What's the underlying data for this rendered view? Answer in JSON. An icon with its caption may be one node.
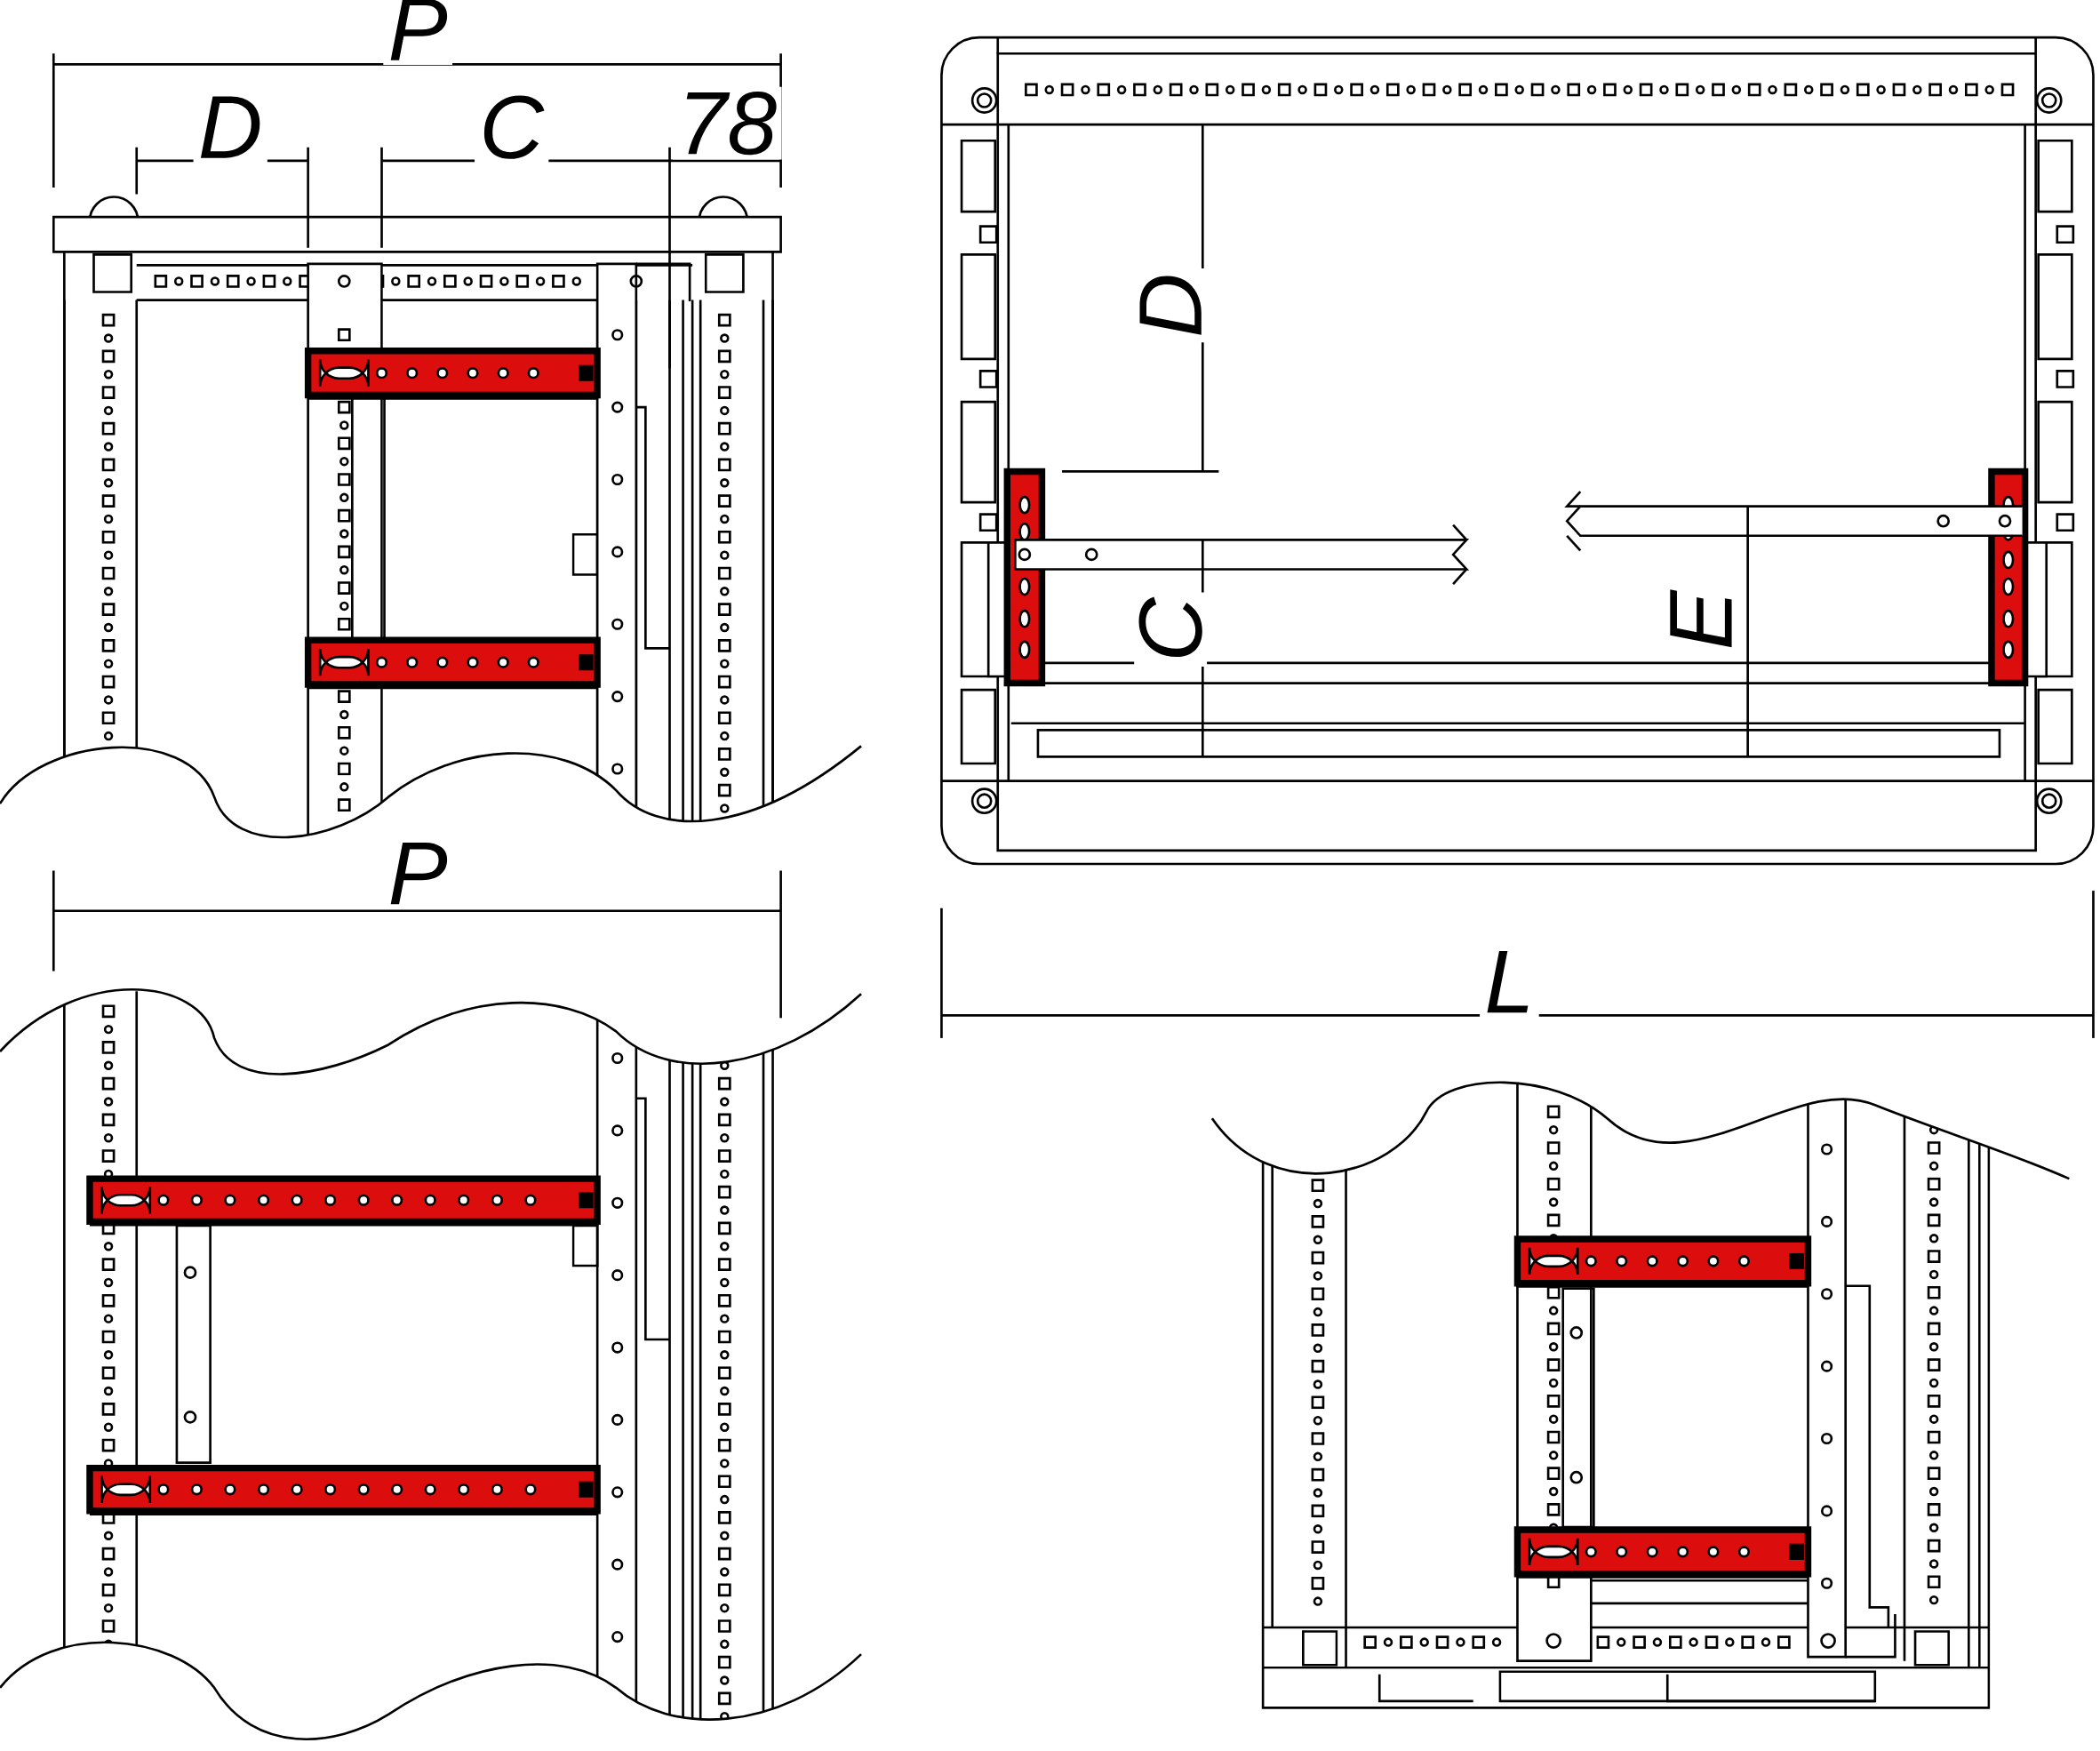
{
  "diagram": {
    "labels": [
      "P",
      "D",
      "C",
      "78",
      "D",
      "C",
      "E",
      "P",
      "L"
    ]
  }
}
